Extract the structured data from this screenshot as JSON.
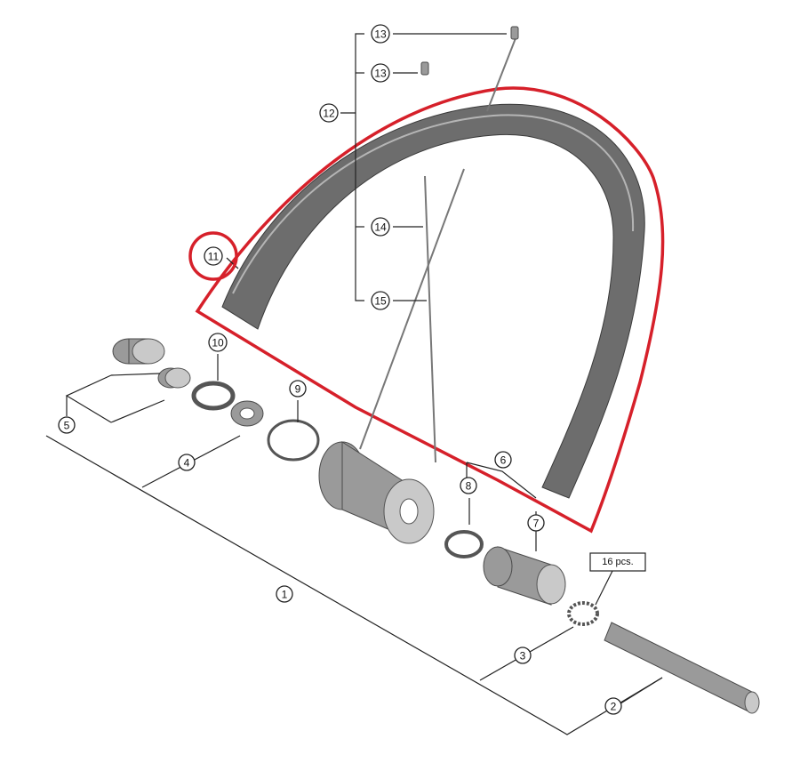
{
  "diagram": {
    "callouts": [
      {
        "id": "c1",
        "text": "1"
      },
      {
        "id": "c2",
        "text": "2"
      },
      {
        "id": "c3",
        "text": "3"
      },
      {
        "id": "c4",
        "text": "4"
      },
      {
        "id": "c5",
        "text": "5"
      },
      {
        "id": "c6",
        "text": "6"
      },
      {
        "id": "c7",
        "text": "7"
      },
      {
        "id": "c8",
        "text": "8"
      },
      {
        "id": "c9",
        "text": "9"
      },
      {
        "id": "c10",
        "text": "10"
      },
      {
        "id": "c11",
        "text": "11"
      },
      {
        "id": "c12",
        "text": "12"
      },
      {
        "id": "c13a",
        "text": "13"
      },
      {
        "id": "c13b",
        "text": "13"
      },
      {
        "id": "c14",
        "text": "14"
      },
      {
        "id": "c15",
        "text": "15"
      }
    ],
    "quantity_label": "16 pcs.",
    "highlight_color": "#d6202a",
    "part_color": "#6d6d6d"
  }
}
